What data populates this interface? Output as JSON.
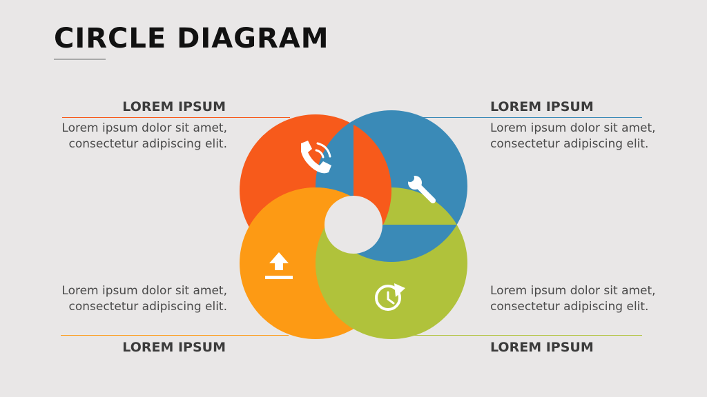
{
  "title": "CIRCLE DIAGRAM",
  "colors": {
    "background": "#e9e7e7",
    "red": "#f75a1b",
    "blue": "#3a8ab7",
    "orange": "#fd9a14",
    "green": "#b0c23b",
    "icon": "#ffffff"
  },
  "items": [
    {
      "heading": "LOREM IPSUM",
      "text": "Lorem ipsum dolor sit amet, consectetur adipiscing elit.",
      "icon": "phone-icon",
      "color": "#f75a1b"
    },
    {
      "heading": "LOREM IPSUM",
      "text": "Lorem ipsum dolor sit amet, consectetur adipiscing elit.",
      "icon": "wrench-icon",
      "color": "#3a8ab7"
    },
    {
      "heading": "LOREM IPSUM",
      "text": "Lorem ipsum dolor sit amet, consectetur adipiscing elit.",
      "icon": "upload-icon",
      "color": "#fd9a14"
    },
    {
      "heading": "LOREM IPSUM",
      "text": "Lorem ipsum dolor sit amet, consectetur adipiscing elit.",
      "icon": "clock-refresh-icon",
      "color": "#b0c23b"
    }
  ]
}
